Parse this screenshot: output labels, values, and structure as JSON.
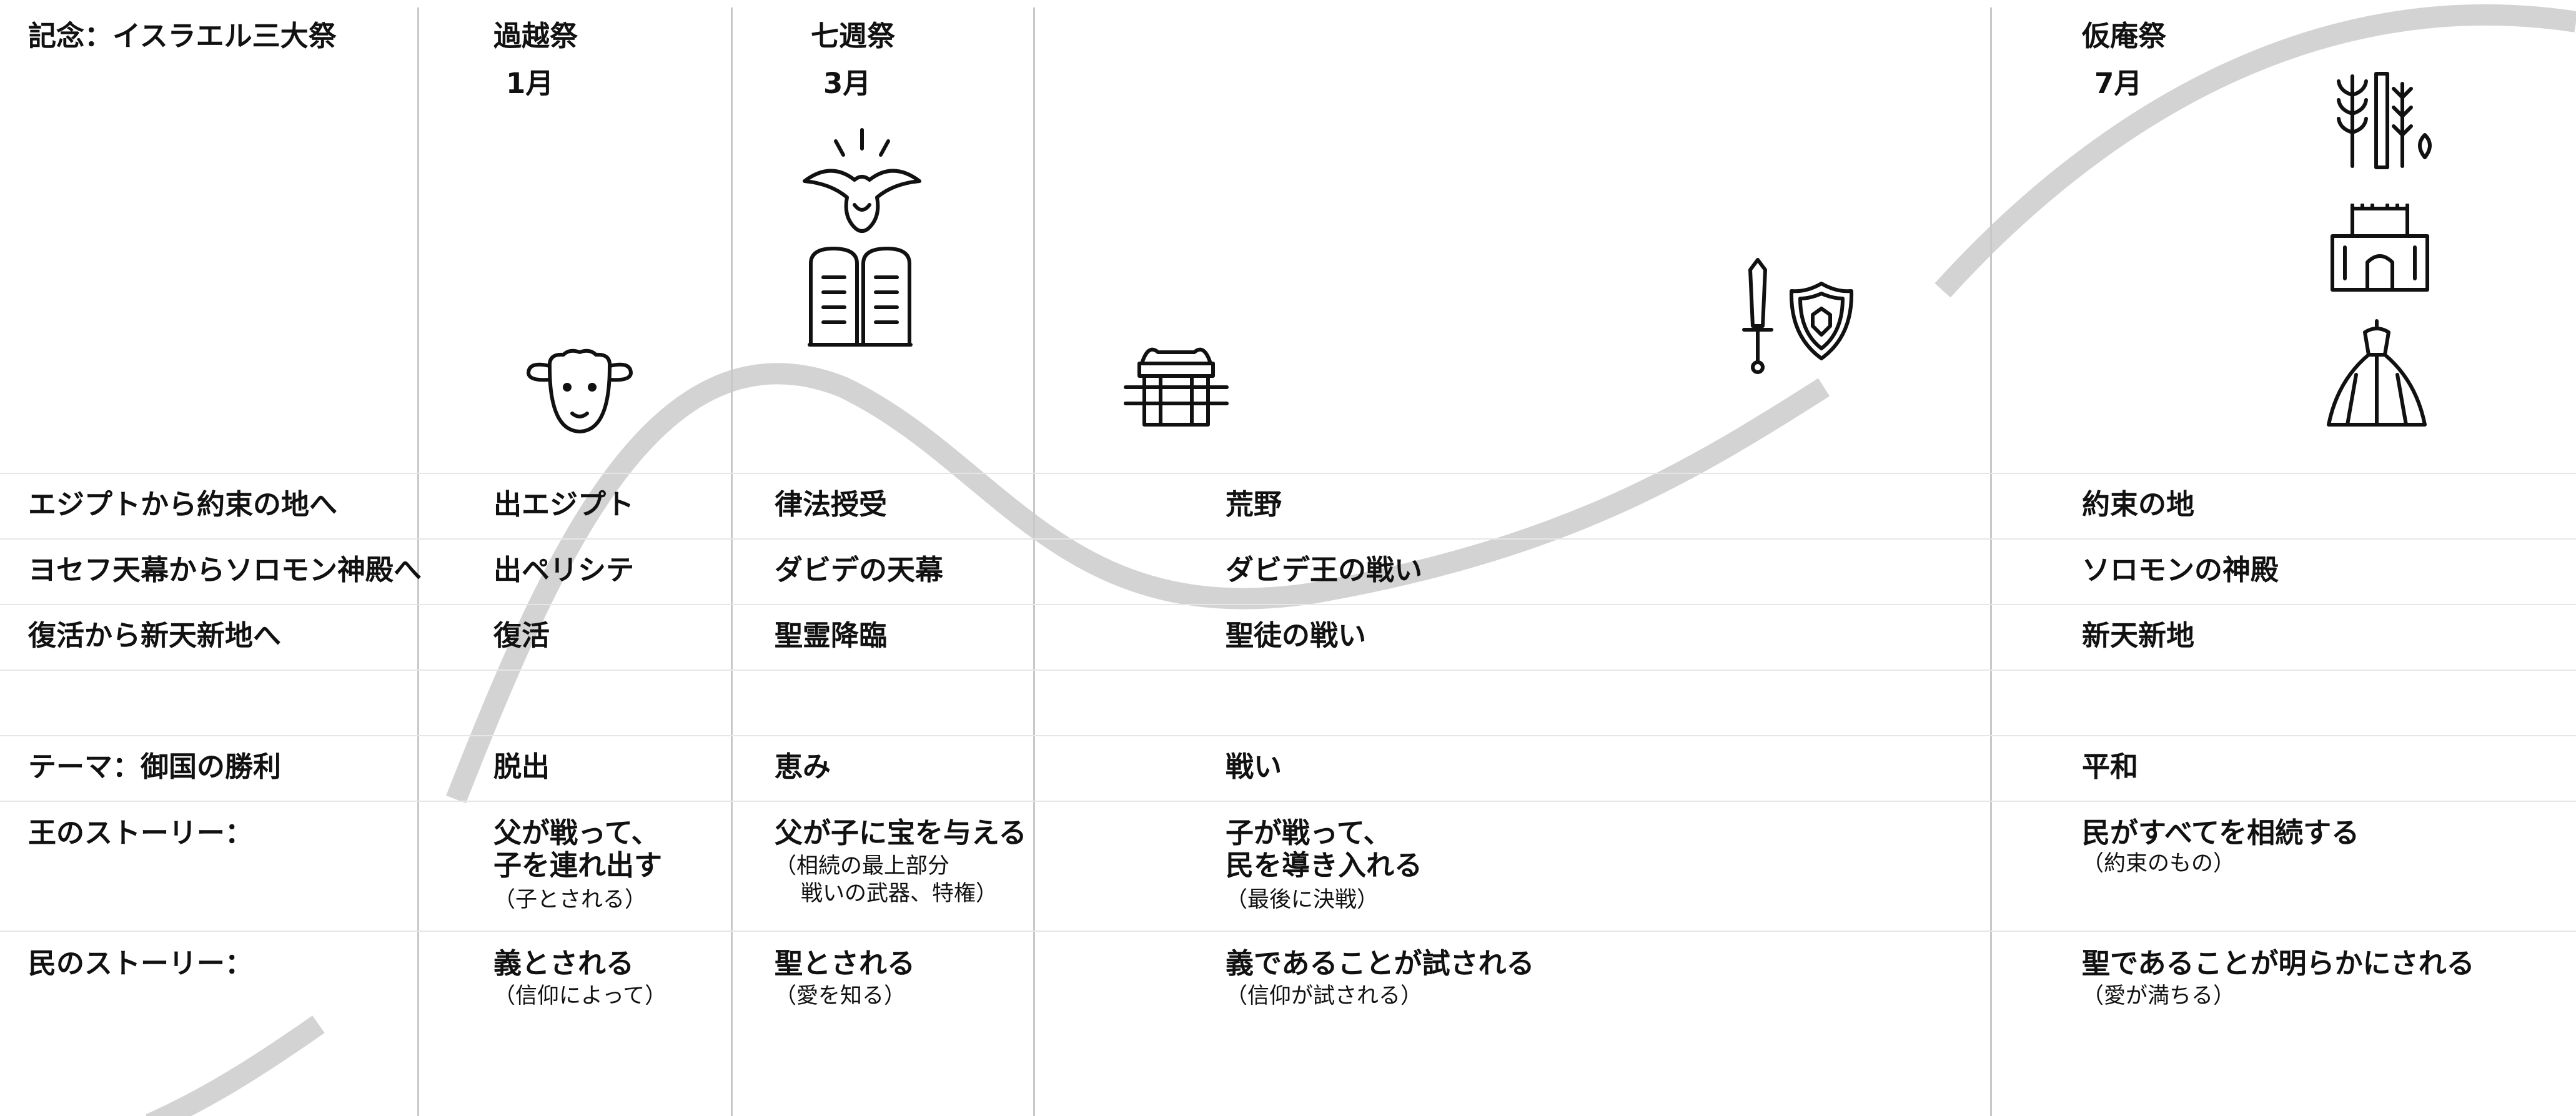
{
  "header": {
    "label": "記念：イスラエル三大祭",
    "festivals": [
      {
        "name": "過越祭",
        "month": "1月"
      },
      {
        "name": "七週祭",
        "month": "3月"
      },
      {
        "name": "仮庵祭",
        "month": "7月"
      }
    ]
  },
  "rows": [
    {
      "label": "エジプトから約束の地へ",
      "cells": [
        "出エジプト",
        "律法授受",
        "荒野",
        "約束の地"
      ]
    },
    {
      "label": "ヨセフ天幕からソロモン神殿へ",
      "cells": [
        "出ペリシテ",
        "ダビデの天幕",
        "ダビデ王の戦い",
        "ソロモンの神殿"
      ]
    },
    {
      "label": "復活から新天新地へ",
      "cells": [
        "復活",
        "聖霊降臨",
        "聖徒の戦い",
        "新天新地"
      ]
    }
  ],
  "theme": {
    "label": "テーマ：御国の勝利",
    "cells": [
      "脱出",
      "恵み",
      "戦い",
      "平和"
    ]
  },
  "king_story": {
    "label": "王のストーリー：",
    "cells": [
      {
        "main": [
          "父が戦って、",
          "子を連れ出す"
        ],
        "sub": [
          "（子とされる）"
        ]
      },
      {
        "main": [
          "父が子に宝を与える"
        ],
        "sub": [
          "（相続の最上部分",
          "戦いの武器、特権）"
        ]
      },
      {
        "main": [
          "子が戦って、",
          "民を導き入れる"
        ],
        "sub": [
          "（最後に決戦）"
        ]
      },
      {
        "main": [
          "民がすべてを相続する"
        ],
        "sub": [
          "（約束のもの）"
        ]
      }
    ]
  },
  "people_story": {
    "label": "民のストーリー：",
    "cells": [
      {
        "main": [
          "義とされる"
        ],
        "sub": [
          "（信仰によって）"
        ]
      },
      {
        "main": [
          "聖とされる"
        ],
        "sub": [
          "（愛を知る）"
        ]
      },
      {
        "main": [
          "義であることが試される"
        ],
        "sub": [
          "（信仰が試される）"
        ]
      },
      {
        "main": [
          "聖であることが明らかにされる"
        ],
        "sub": [
          "（愛が満ちる）"
        ]
      }
    ]
  },
  "icons": [
    "sheep-icon",
    "dove-icon",
    "stone-tablets-icon",
    "ark-icon",
    "sword-icon",
    "shield-icon",
    "grain-icon",
    "temple-icon",
    "bridal-dress-icon"
  ],
  "colors": {
    "curve": "#d3d3d3",
    "divider": "#c8c8c8",
    "row_line": "#e6e6e6",
    "ink": "#111111"
  }
}
